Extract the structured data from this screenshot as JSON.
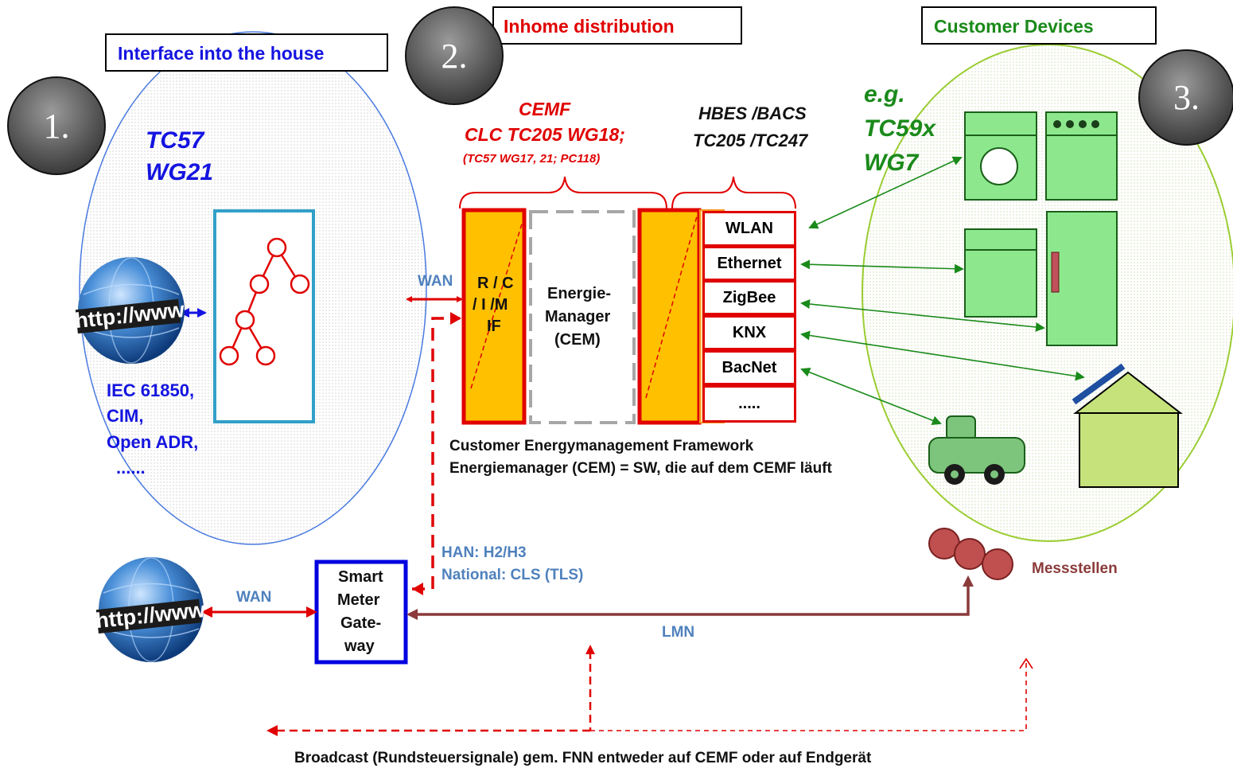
{
  "headers": {
    "interface": "Interface into the house",
    "inhome": "Inhome distribution",
    "customer_devices": "Customer Devices"
  },
  "numbers": {
    "n1": "1.",
    "n2": "2.",
    "n3": "3."
  },
  "tc57": {
    "line1": "TC57",
    "line2": "WG21"
  },
  "standards": {
    "l1": "IEC 61850,",
    "l2": "CIM,",
    "l3": "Open ADR,",
    "l4": "......"
  },
  "cemf": {
    "title": "CEMF",
    "line2": "CLC TC205 WG18;",
    "line3": "(TC57 WG17, 21; PC118)"
  },
  "hbes": {
    "line1": "HBES /BACS",
    "line2": "TC205 /TC247"
  },
  "eg": {
    "l1": "e.g.",
    "l2": "TC59x",
    "l3": "WG7"
  },
  "wan_top": "WAN",
  "rcim": {
    "l1": "R / C",
    "l2": "/ I /M",
    "l3": "IF"
  },
  "cem": {
    "l1": "Energie-",
    "l2": "Manager",
    "l3": "(CEM)"
  },
  "protocols": [
    "WLAN",
    "Ethernet",
    "ZigBee",
    "KNX",
    "BacNet",
    "....."
  ],
  "framework": {
    "l1": "Customer Energymanagement Framework",
    "l2": "Energiemanager (CEM) = SW, die auf dem CEMF läuft"
  },
  "han": {
    "l1": "HAN: H2/H3",
    "l2": "National: CLS (TLS)"
  },
  "smgw": {
    "l1": "Smart",
    "l2": "Meter",
    "l3": "Gate-",
    "l4": "way"
  },
  "wan_bottom": "WAN",
  "lmn": "LMN",
  "messstellen": "Messstellen",
  "globe_text": "http://www",
  "broadcast": "Broadcast (Rundsteuersignale) gem. FNN entweder auf  CEMF oder auf Endgerät",
  "colors": {
    "blue_text": "#1414e0",
    "red_text": "#e00000",
    "green_text": "#1a8a1a",
    "steel_blue": "#4f81bd",
    "maroon": "#8b3a3a",
    "orange": "#ffc000",
    "light_green": "#a8f0a8",
    "appliance_green": "#8de88d"
  }
}
